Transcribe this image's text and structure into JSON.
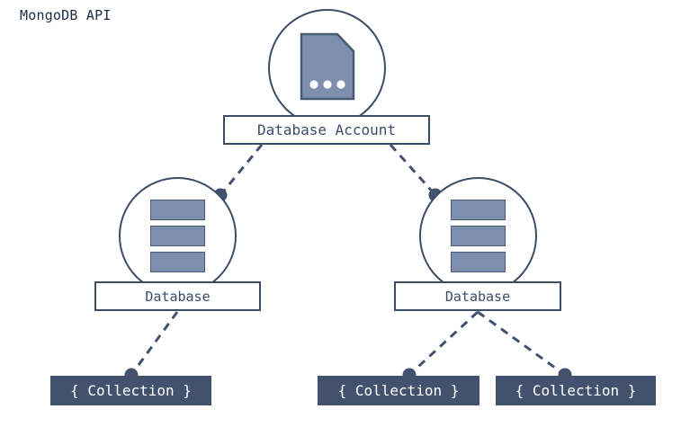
{
  "diagram": {
    "title": "MongoDB API",
    "background_color": "#ffffff",
    "stroke_color": "#3d4d66",
    "fill_accent_color": "#7e8fad",
    "filled_node_color": "#42526e",
    "filled_node_text_color": "#ffffff",
    "edge_style": "dashed",
    "nodes": {
      "account": {
        "label": "Database Account",
        "icon": "document-icon"
      },
      "database_left": {
        "label": "Database",
        "icon": "database-bars-icon"
      },
      "database_right": {
        "label": "Database",
        "icon": "database-bars-icon"
      },
      "collection_1": {
        "label": "{ Collection }"
      },
      "collection_2": {
        "label": "{ Collection }"
      },
      "collection_3": {
        "label": "{ Collection }"
      }
    }
  }
}
